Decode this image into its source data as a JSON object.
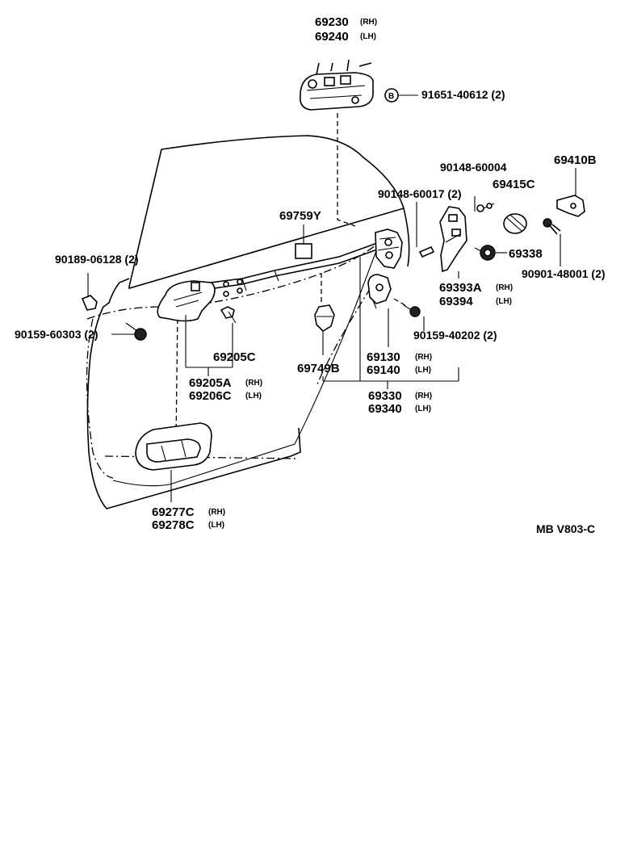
{
  "labels": {
    "p69230": "69230",
    "p69230_side": "(RH)",
    "p69240": "69240",
    "p69240_side": "(LH)",
    "p91651": "91651-40612 (2)",
    "p90148_60004": "90148-60004",
    "p69410b": "69410B",
    "p90148_60017": "90148-60017 (2)",
    "p69415c": "69415C",
    "p69759y": "69759Y",
    "p69338": "69338",
    "p90189": "90189-06128 (2)",
    "p90901": "90901-48001 (2)",
    "p69393a": "69393A",
    "p69393a_side": "(RH)",
    "p69394": "69394",
    "p69394_side": "(LH)",
    "p90159_60303": "90159-60303 (2)",
    "p90159_40202": "90159-40202 (2)",
    "p69205c": "69205C",
    "p69130": "69130",
    "p69130_side": "(RH)",
    "p69140": "69140",
    "p69140_side": "(LH)",
    "p69749b": "69749B",
    "p69205a": "69205A",
    "p69205a_side": "(RH)",
    "p69206c": "69206C",
    "p69206c_side": "(LH)",
    "p69330": "69330",
    "p69330_side": "(RH)",
    "p69340": "69340",
    "p69340_side": "(LH)",
    "p69277c": "69277C",
    "p69277c_side": "(RH)",
    "p69278c": "69278C",
    "p69278c_side": "(LH)",
    "code": "MB V803-C",
    "washer_mark": "B"
  }
}
